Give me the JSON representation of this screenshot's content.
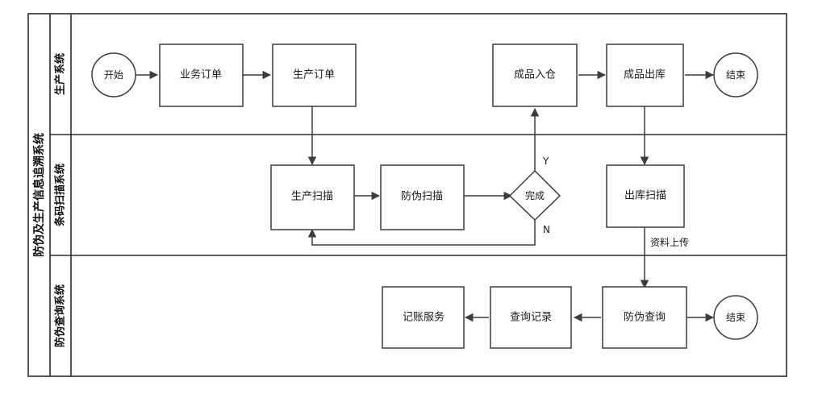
{
  "diagram": {
    "type": "swimlane-flowchart",
    "pool": {
      "title": "防伪及生产信息追溯系统"
    },
    "lanes": [
      {
        "id": "lane-production",
        "label": "生产系统"
      },
      {
        "id": "lane-barcode",
        "label": "条码扫描系统"
      },
      {
        "id": "lane-query",
        "label": "防伪查询系统"
      }
    ],
    "nodes": [
      {
        "id": "start-1",
        "label": "开始",
        "shape": "circle",
        "lane": 0
      },
      {
        "id": "business-order",
        "label": "业务订单",
        "shape": "rect",
        "lane": 0
      },
      {
        "id": "production-order",
        "label": "生产订单",
        "shape": "rect",
        "lane": 0
      },
      {
        "id": "goods-in",
        "label": "成品入仓",
        "shape": "rect",
        "lane": 0
      },
      {
        "id": "goods-out",
        "label": "成品出库",
        "shape": "rect",
        "lane": 0
      },
      {
        "id": "end-1",
        "label": "结束",
        "shape": "circle",
        "lane": 0
      },
      {
        "id": "production-scan",
        "label": "生产扫描",
        "shape": "rect",
        "lane": 1
      },
      {
        "id": "antifake-scan",
        "label": "防伪扫描",
        "shape": "rect",
        "lane": 1
      },
      {
        "id": "complete",
        "label": "完成",
        "shape": "diamond",
        "lane": 1
      },
      {
        "id": "outbound-scan",
        "label": "出库扫描",
        "shape": "rect",
        "lane": 1
      },
      {
        "id": "accounting",
        "label": "记账服务",
        "shape": "rect",
        "lane": 2
      },
      {
        "id": "query-record",
        "label": "查询记录",
        "shape": "rect",
        "lane": 2
      },
      {
        "id": "antifake-query",
        "label": "防伪查询",
        "shape": "rect",
        "lane": 2
      },
      {
        "id": "end-2",
        "label": "结束",
        "shape": "circle",
        "lane": 2
      }
    ],
    "edge_labels": {
      "complete_yes": "Y",
      "complete_no": "N",
      "upload_data": "资料上传"
    },
    "colors": {
      "background": "#ffffff",
      "stroke": "#3c3c3c",
      "frame_stroke": "#2b2b2b",
      "text": "#1a1a1a"
    }
  }
}
